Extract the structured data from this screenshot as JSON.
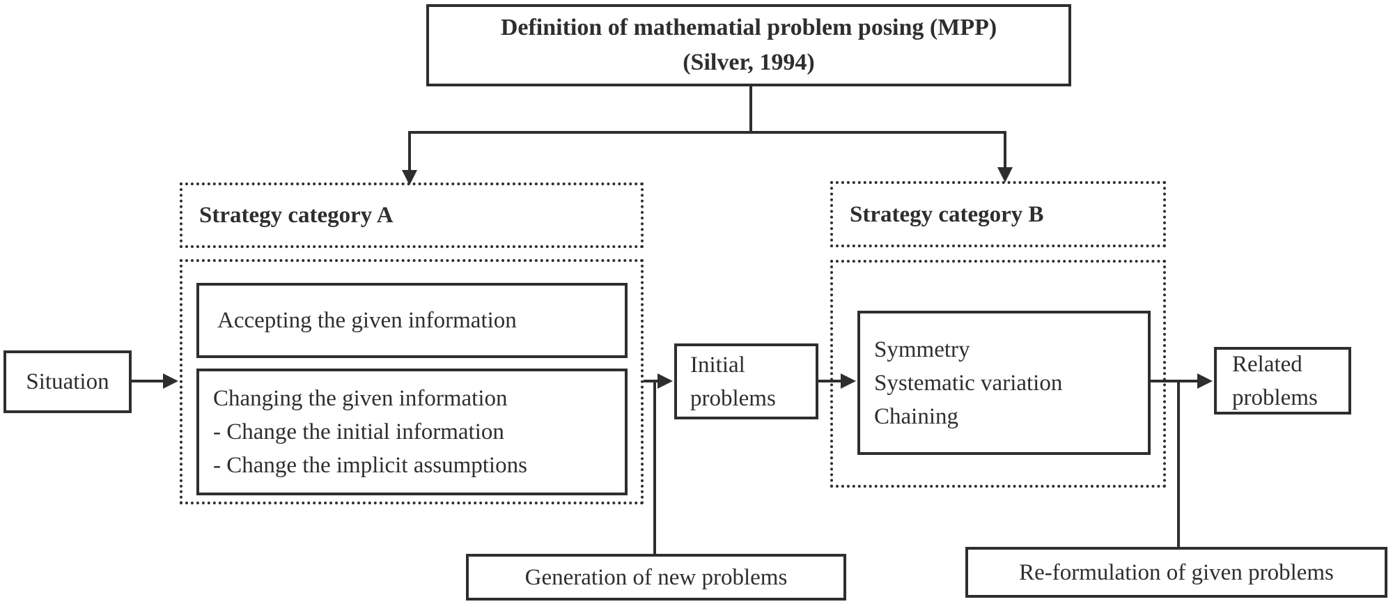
{
  "colors": {
    "line": "#2e2e2e",
    "text": "#2e2e2e",
    "background": "#ffffff"
  },
  "nodes": {
    "definition": {
      "line1": "Definition of mathematial problem posing (MPP)",
      "line2": "(Silver, 1994)"
    },
    "strategy_a": {
      "label": "Strategy category A"
    },
    "accepting": {
      "text": "Accepting the given information"
    },
    "changing": {
      "line1": "Changing the given information",
      "line2": "- Change the initial information",
      "line3": "- Change the implicit assumptions"
    },
    "situation": {
      "text": "Situation"
    },
    "initial_problems": {
      "line1": "Initial",
      "line2": "problems"
    },
    "strategy_b": {
      "label": "Strategy category B"
    },
    "strategies_b": {
      "line1": "Symmetry",
      "line2": "Systematic variation",
      "line3": "Chaining"
    },
    "related_problems": {
      "line1": "Related",
      "line2": "problems"
    },
    "generation": {
      "text": "Generation of new problems"
    },
    "reformulation": {
      "text": "Re-formulation of given problems"
    }
  }
}
